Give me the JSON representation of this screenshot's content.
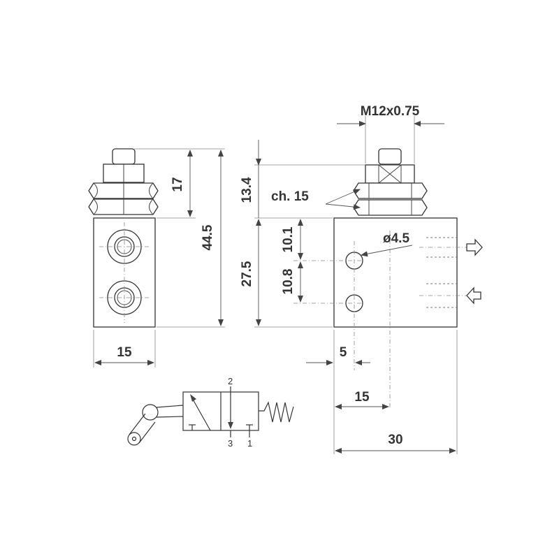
{
  "dimensions": {
    "left_height_overall": "44.5",
    "left_stem_height": "17",
    "left_width": "15",
    "right_stem_height": "13.4",
    "right_body_height": "27.5",
    "right_port_offset_top": "10.1",
    "right_port_spacing": "10.8",
    "right_port_x": "5",
    "right_center_x": "15",
    "right_width": "30",
    "thread": "M12x0.75",
    "hole_diameter": "ø4.5",
    "wrench_size": "ch. 15"
  },
  "symbol": {
    "port_2": "2",
    "port_3": "3",
    "port_1": "1"
  }
}
